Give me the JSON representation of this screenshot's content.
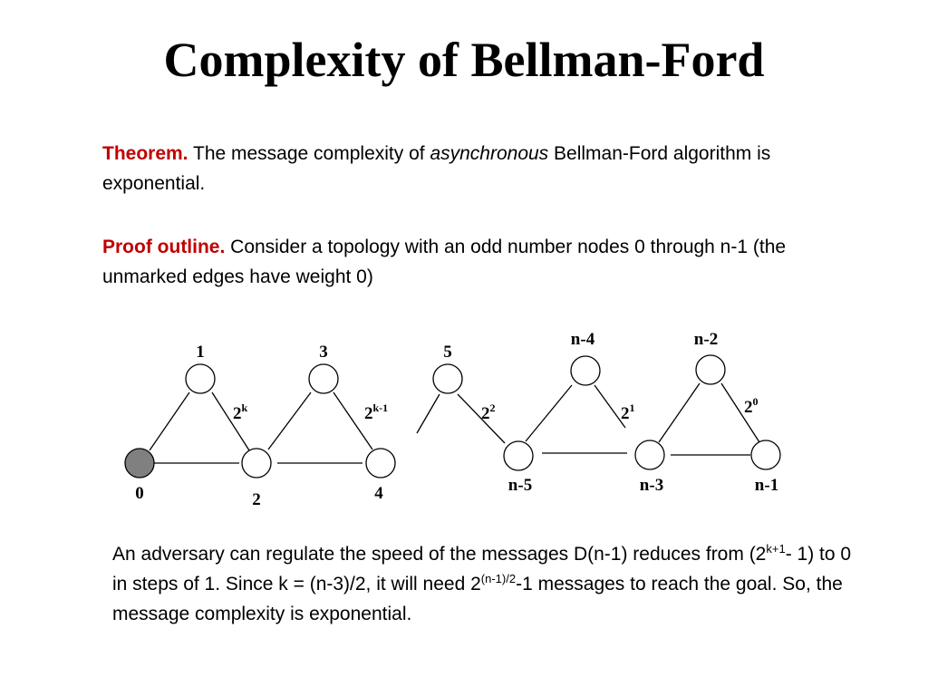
{
  "title": "Complexity of Bellman-Ford",
  "theorem": {
    "label": "Theorem.",
    "text_before": " The message complexity of ",
    "emphasis": "asynchronous",
    "text_after": " Bellman-Ford algorithm is exponential."
  },
  "proof": {
    "label": "Proof outline.",
    "text": " Consider a topology with an odd number nodes 0 through n-1 (the unmarked edges have weight 0)"
  },
  "graph": {
    "nodes": [
      {
        "id": "0",
        "label": "0",
        "source": true
      },
      {
        "id": "1",
        "label": "1"
      },
      {
        "id": "2",
        "label": "2"
      },
      {
        "id": "3",
        "label": "3"
      },
      {
        "id": "4",
        "label": "4"
      },
      {
        "id": "5",
        "label": "5"
      },
      {
        "id": "n-5",
        "label": "n-5"
      },
      {
        "id": "n-4",
        "label": "n-4"
      },
      {
        "id": "n-3",
        "label": "n-3"
      },
      {
        "id": "n-2",
        "label": "n-2"
      },
      {
        "id": "n-1",
        "label": "n-1"
      }
    ],
    "edge_weights": [
      {
        "base": "2",
        "exp": "k"
      },
      {
        "base": "2",
        "exp": "k-1"
      },
      {
        "base": "2",
        "exp": "2"
      },
      {
        "base": "2",
        "exp": "1"
      },
      {
        "base": "2",
        "exp": "0"
      }
    ],
    "colors": {
      "source_fill": "#808080",
      "node_fill": "#ffffff",
      "stroke": "#000000"
    }
  },
  "adversary": {
    "p1": "An adversary can regulate the speed of the messages D(n-1) reduces from (2",
    "sup1": "k+1",
    "p2": "- 1) to 0 in steps of 1. Since k = (n-3)/2, it will need 2",
    "sup2": "(n-1)/2",
    "p3": "-1 messages to reach the goal. So, the message complexity is exponential."
  },
  "colors": {
    "accent": "#c00000"
  }
}
